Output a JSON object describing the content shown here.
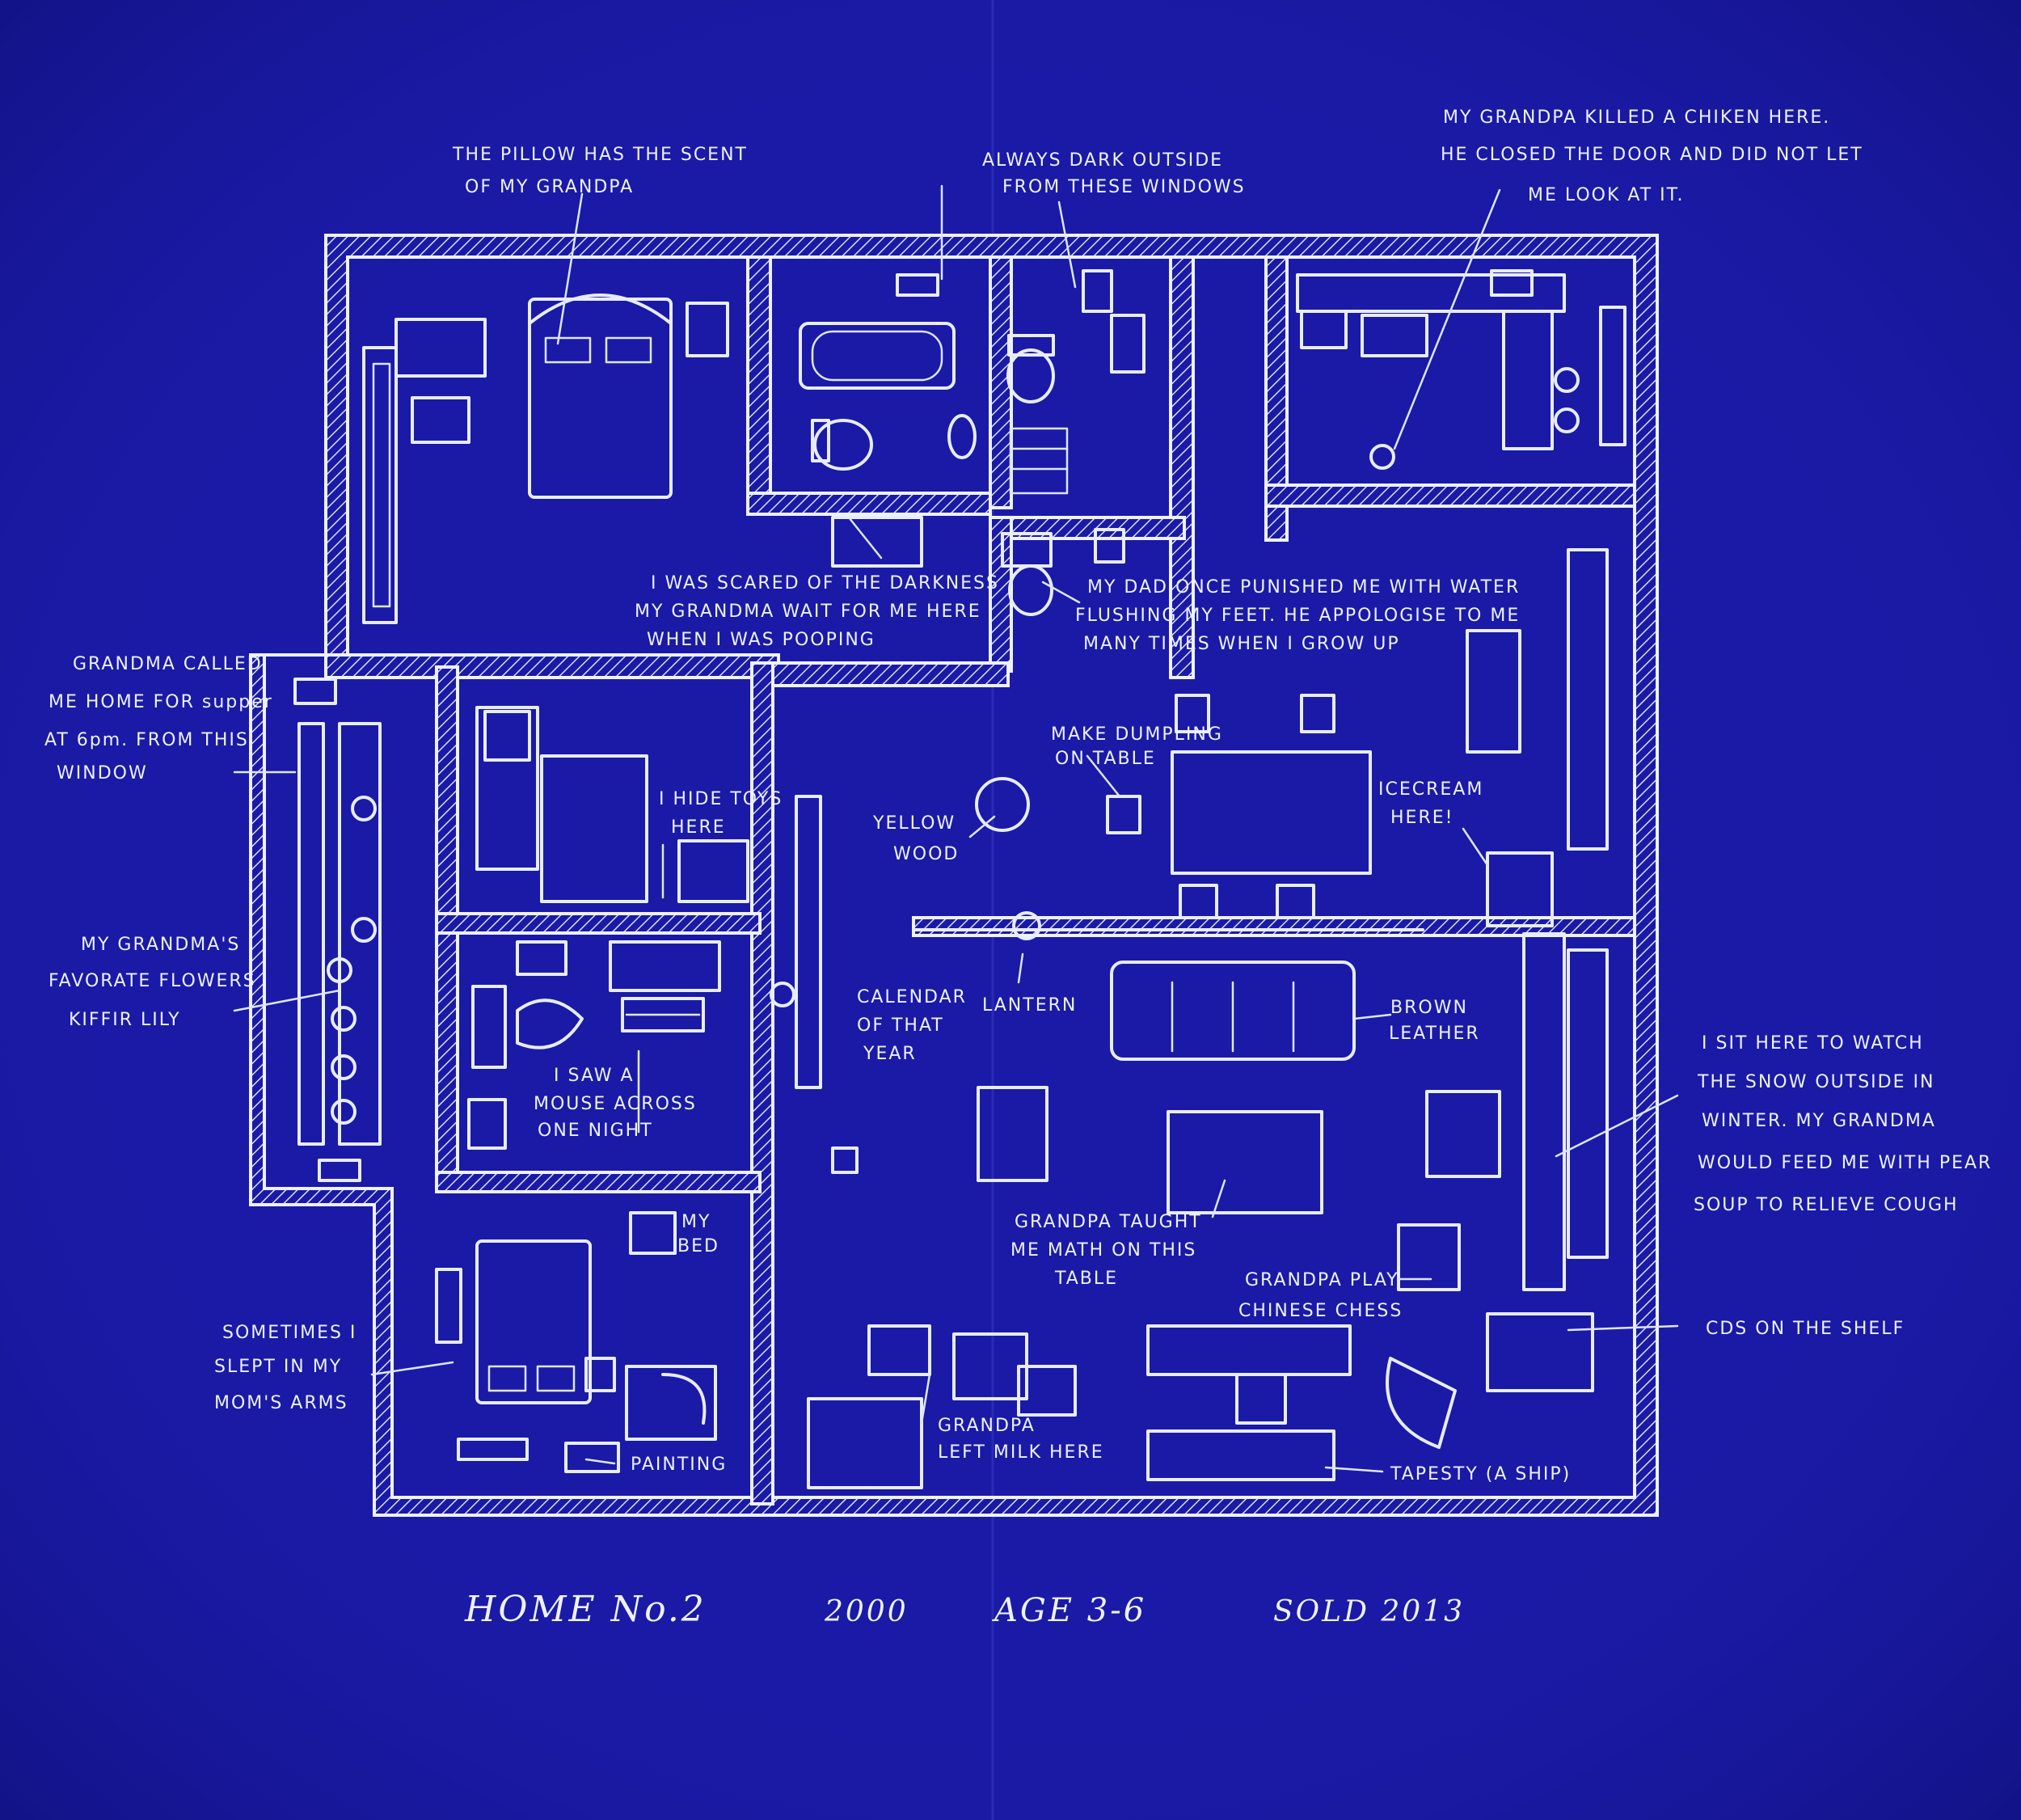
{
  "colors": {
    "background": "#1a1aa6",
    "ink": "#eef1ff"
  },
  "annotations": {
    "pillow": [
      "THE PILLOW HAS THE SCENT",
      "OF MY GRANDPA"
    ],
    "dark_windows": [
      "ALWAYS DARK OUTSIDE",
      "FROM THESE WINDOWS"
    ],
    "chicken": [
      "MY GRANDPA KILLED A CHIKEN HERE.",
      "HE CLOSED THE DOOR AND DID NOT LET",
      "ME LOOK AT IT."
    ],
    "scared": [
      "I WAS SCARED OF THE DARKNESS",
      "MY GRANDMA WAIT FOR ME HERE",
      "WHEN I WAS POOPING"
    ],
    "dad_punished": [
      "MY DAD ONCE PUNISHED ME WITH WATER",
      "FLUSHING MY FEET. HE APPOLOGISE TO ME",
      "MANY TIMES WHEN I GROW UP"
    ],
    "grandma_called": [
      "GRANDMA CALLED",
      "ME HOME FOR supper",
      "AT 6pm. FROM THIS",
      "WINDOW"
    ],
    "hide_toys": [
      "I HIDE TOYS",
      "HERE"
    ],
    "make_dumpling": [
      "MAKE DUMPLING",
      "ON TABLE"
    ],
    "yellow_wood": [
      "YELLOW",
      "WOOD"
    ],
    "icecream": [
      "ICECREAM",
      "HERE!"
    ],
    "flowers": [
      "MY GRANDMA'S",
      "FAVORATE FLOWERS",
      "KIFFIR LILY"
    ],
    "mouse": [
      "I SAW A",
      "MOUSE ACROSS",
      "ONE NIGHT"
    ],
    "calendar": [
      "CALENDAR",
      "OF THAT",
      "YEAR"
    ],
    "lantern": "LANTERN",
    "brown_leather": [
      "BROWN",
      "LEATHER"
    ],
    "snow": [
      "I SIT HERE TO WATCH",
      "THE SNOW OUTSIDE IN",
      "WINTER. MY GRANDMA",
      "WOULD FEED ME WITH PEAR",
      "SOUP TO RELIEVE COUGH"
    ],
    "math": [
      "GRANDPA TAUGHT",
      "ME MATH ON THIS",
      "TABLE"
    ],
    "my_bed": [
      "MY",
      "BED"
    ],
    "chess": [
      "GRANDPA PLAY",
      "CHINESE CHESS"
    ],
    "cds": "CDS ON THE SHELF",
    "moms_arms": [
      "SOMETIMES I",
      "SLEPT IN MY",
      "MOM'S ARMS"
    ],
    "painting": "PAINTING",
    "milk": [
      "GRANDPA",
      "LEFT MILK HERE"
    ],
    "tapestry": "TAPESTY (A SHIP)"
  },
  "footer": {
    "title": "HOME No.2",
    "year": "2000",
    "age": "AGE 3-6",
    "sold": "SOLD 2013"
  }
}
